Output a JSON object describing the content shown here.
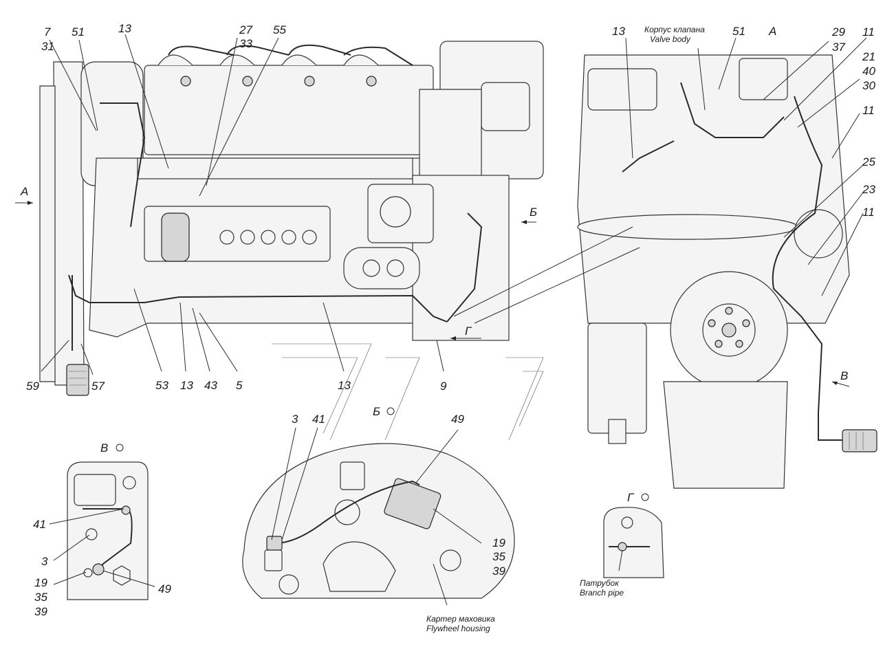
{
  "views": {
    "view_b": "Б",
    "view_v": "В",
    "view_g": "Г",
    "rot_icon": "rotation-icon"
  },
  "arrows": {
    "a_left": "А",
    "a_right": "А",
    "b": "Б",
    "g": "Г",
    "v": "В"
  },
  "captions": {
    "valve_ru": "Корпус клапана",
    "valve_en": "Valve body",
    "branch_ru": "Патрубок",
    "branch_en": "Branch pipe",
    "fly_ru": "Картер маховика",
    "fly_en": "Flywheel housing"
  },
  "callouts": {
    "c7": "7",
    "c31": "31",
    "c51a": "51",
    "c13a": "13",
    "c27": "27",
    "c33": "33",
    "c55": "55",
    "c59": "59",
    "c57": "57",
    "c53": "53",
    "c13b": "13",
    "c43": "43",
    "c5": "5",
    "c13c": "13",
    "c9": "9",
    "c13d": "13",
    "c51b": "51",
    "c29": "29",
    "c37": "37",
    "c11a": "11",
    "c21": "21",
    "c40": "40",
    "c30": "30",
    "c11b": "11",
    "c25": "25",
    "c23": "23",
    "c11c": "11",
    "c3a": "3",
    "c41a": "41",
    "c49a": "49",
    "c19a": "19",
    "c35a": "35",
    "c39a": "39",
    "c41b": "41",
    "c3b": "3",
    "c19b": "19",
    "c35b": "35",
    "c39b": "39",
    "c49b": "49"
  }
}
